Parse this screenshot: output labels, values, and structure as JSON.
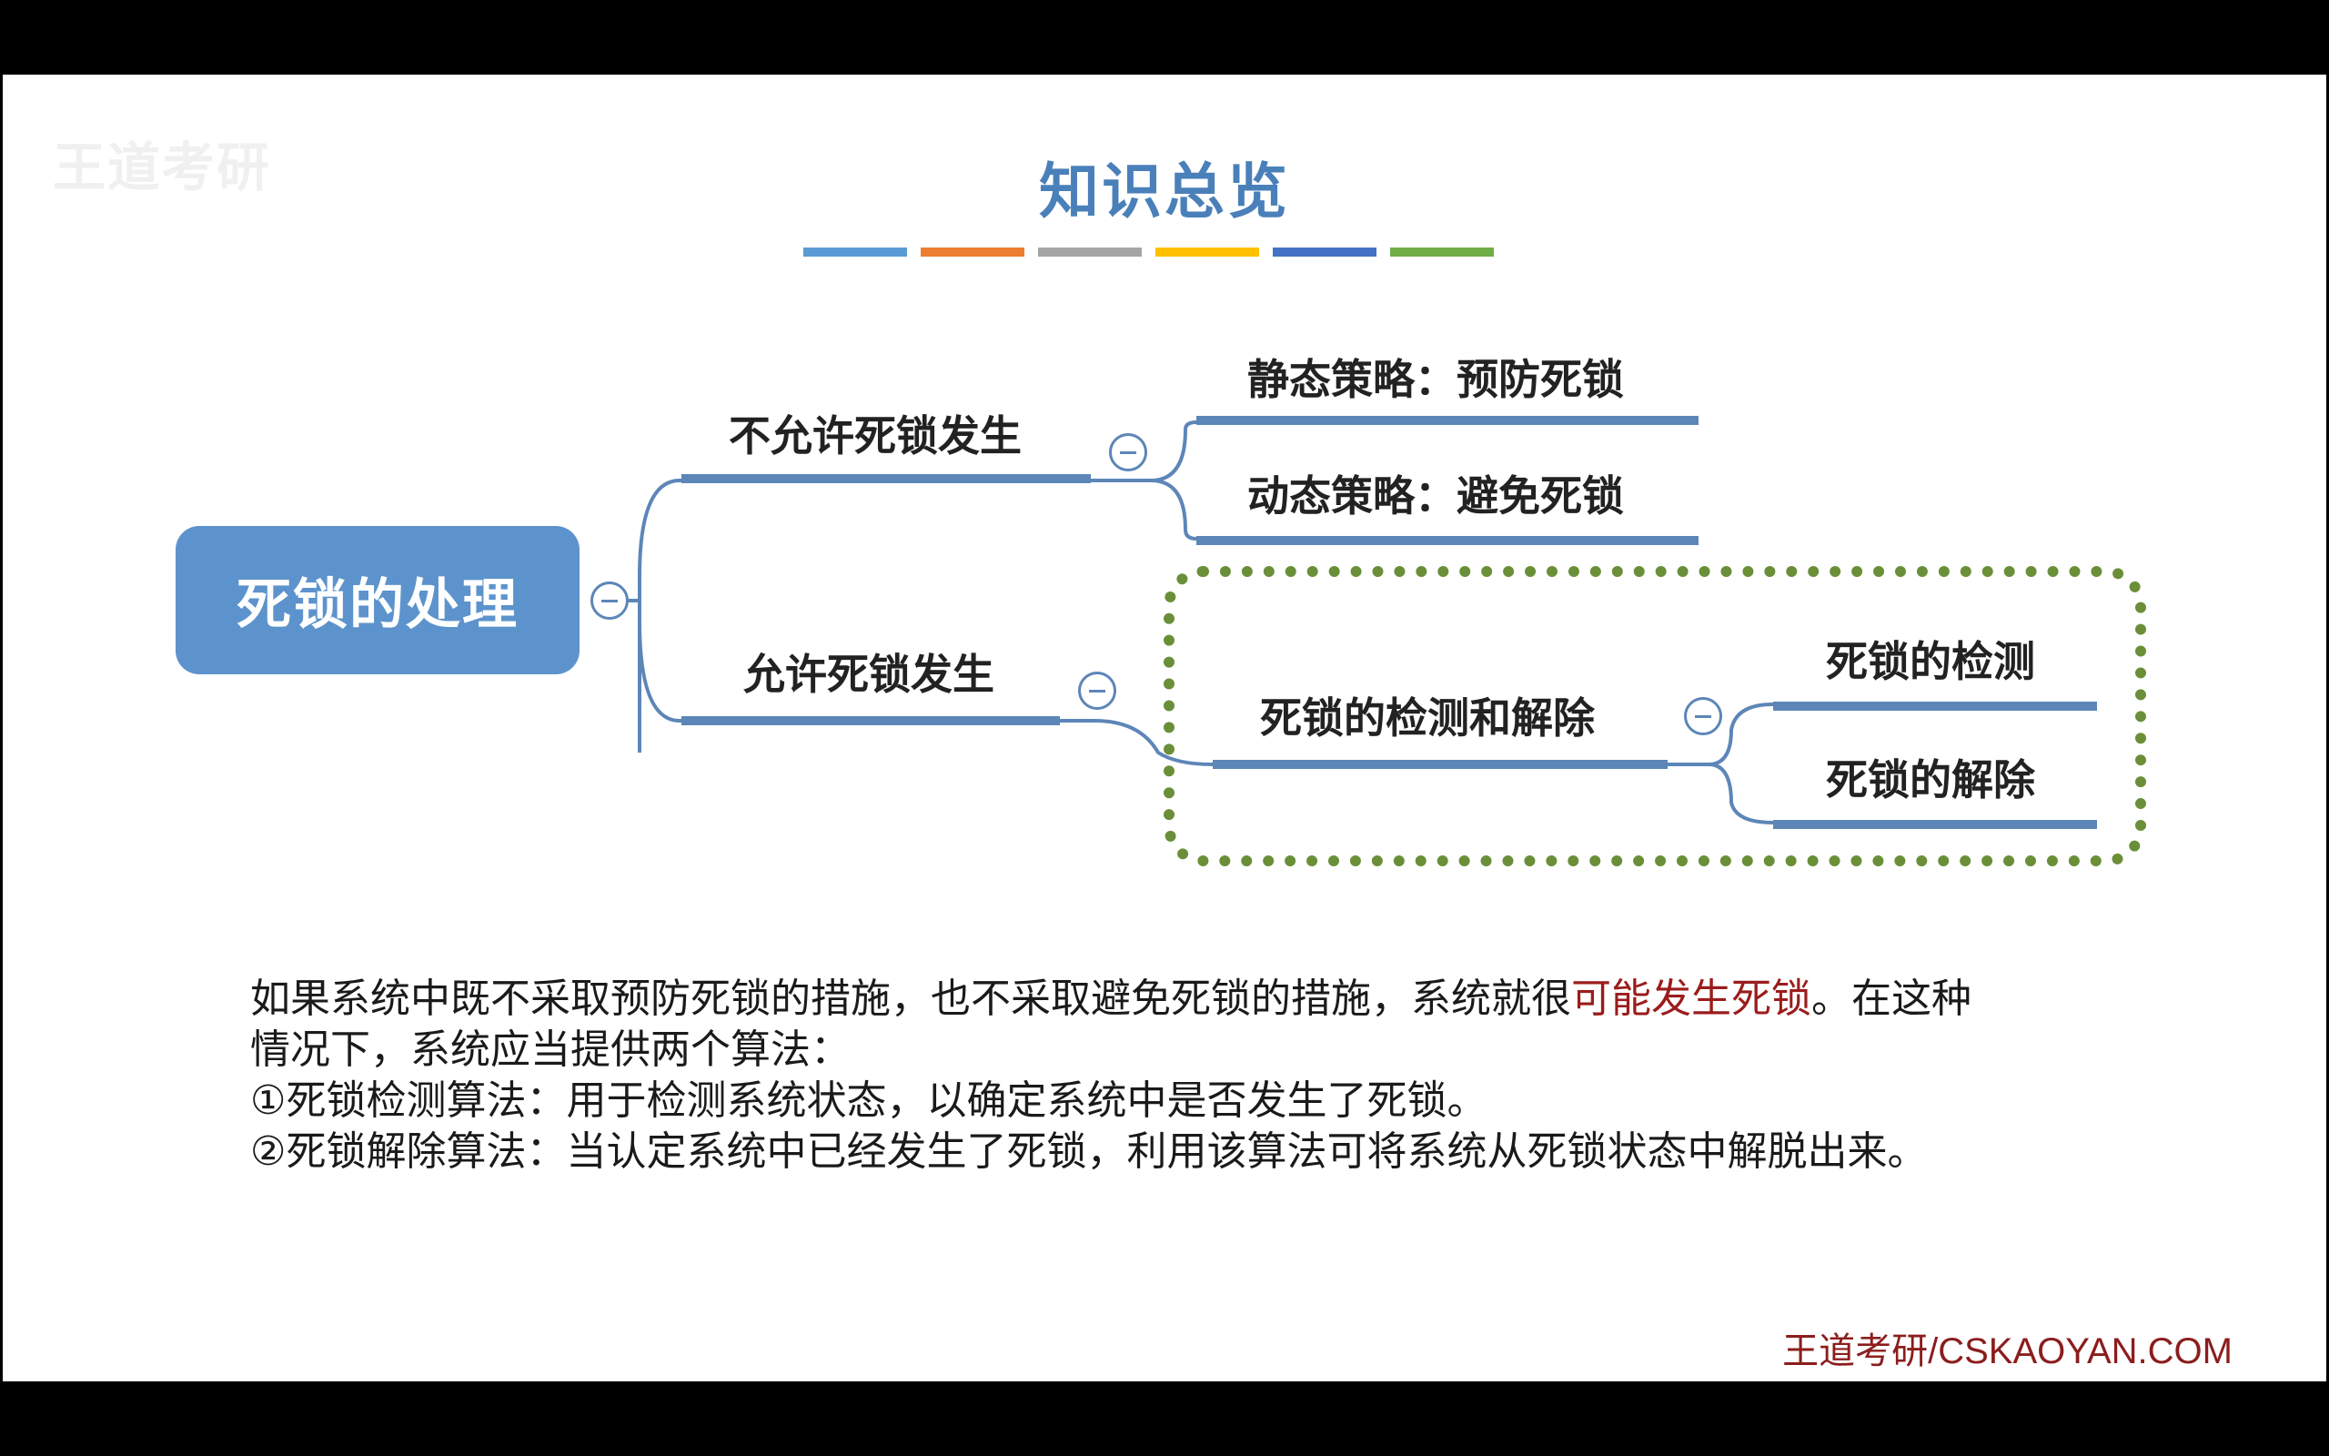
{
  "slide": {
    "title": "知识总览",
    "title_bar_colors": [
      "#5b9bd5",
      "#ed7d31",
      "#a5a5a5",
      "#ffc000",
      "#4472c4",
      "#70ad47"
    ]
  },
  "mindmap": {
    "root": "死锁的处理",
    "branches": [
      {
        "label": "不允许死锁发生",
        "children": [
          "静态策略：预防死锁",
          "动态策略：避免死锁"
        ]
      },
      {
        "label": "允许死锁发生",
        "children": [
          {
            "label": "死锁的检测和解除",
            "children": [
              "死锁的检测",
              "死锁的解除"
            ]
          }
        ]
      }
    ],
    "colors": {
      "root_fill": "#5d93cc",
      "branch_line": "#5d86b8",
      "highlight_box": "#6a8f38"
    }
  },
  "description": {
    "line1_before": "如果系统中既不采取预防死锁的措施，也不采取避免死锁的措施，系统就很",
    "line1_highlight": "可能发生死锁",
    "line1_after": "。在这种",
    "line2": "情况下，系统应当提供两个算法：",
    "line3": "①死锁检测算法：用于检测系统状态，以确定系统中是否发生了死锁。",
    "line4": "②死锁解除算法：当认定系统中已经发生了死锁，利用该算法可将系统从死锁状态中解脱出来。"
  },
  "footer": {
    "brand": "王道考研/CSKAOYAN.COM"
  }
}
